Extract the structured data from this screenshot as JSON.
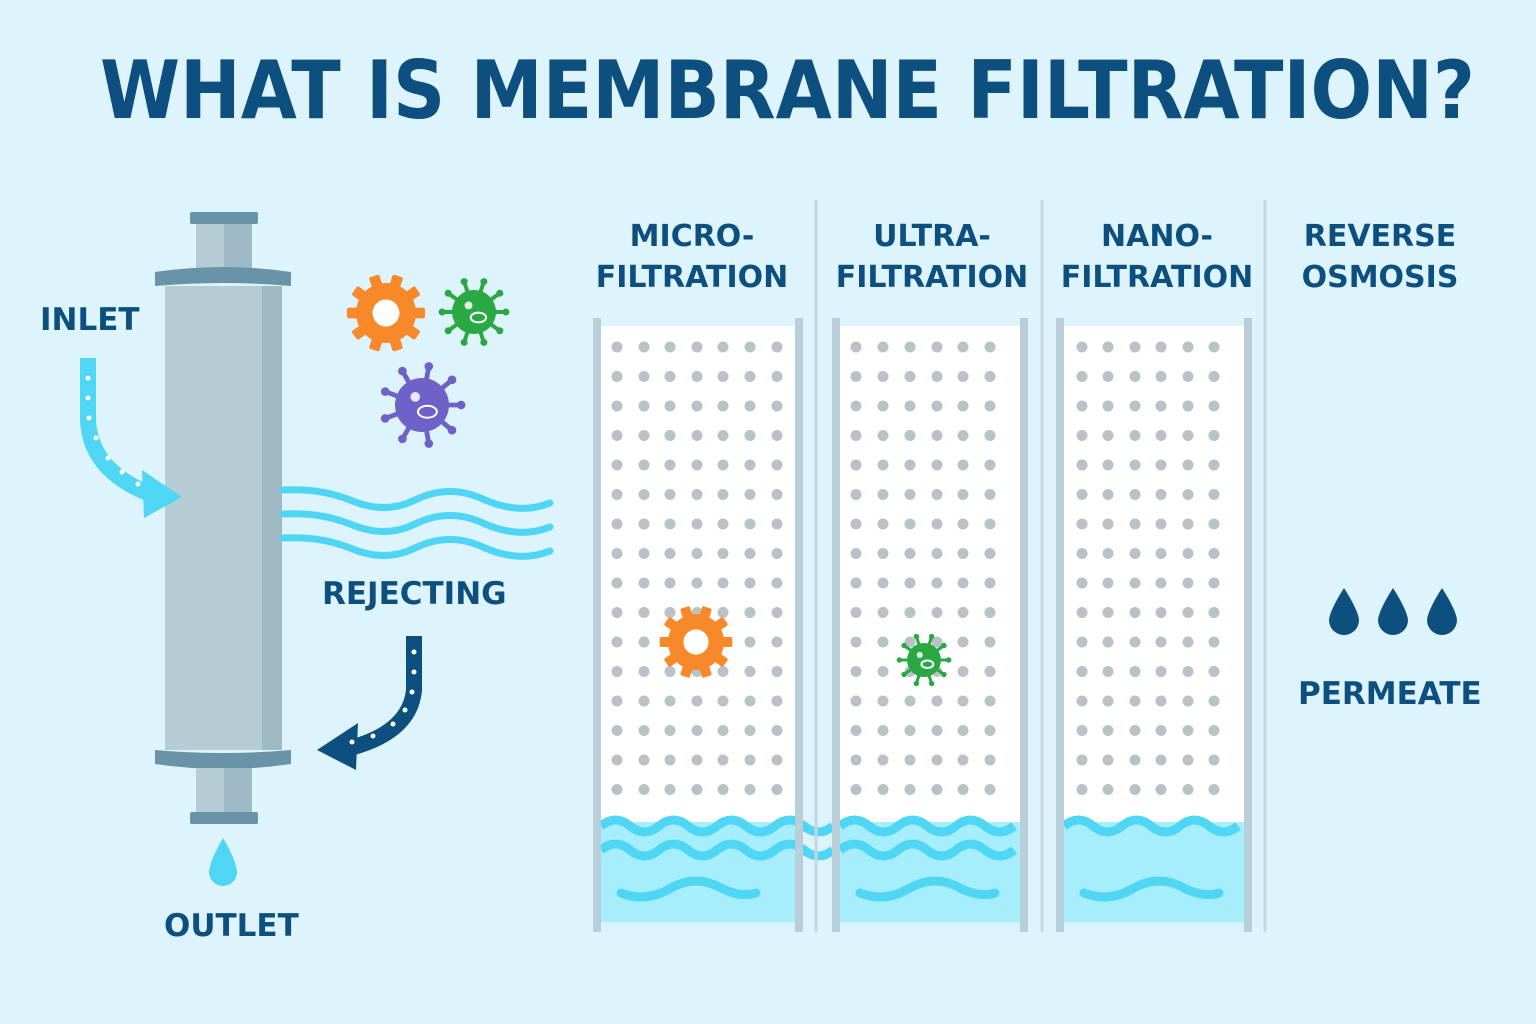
{
  "title": "WHAT IS MEMBRANE FILTRATION?",
  "module": {
    "inlet_label": "INLET",
    "rejecting_label": "REJECTING",
    "outlet_label": "OUTLET"
  },
  "columns": [
    {
      "line1": "MICRO-",
      "line2": "FILTRATION",
      "particle": "gear-particle"
    },
    {
      "line1": "ULTRA-",
      "line2": "FILTRATION",
      "particle": "bacteria-particle"
    },
    {
      "line1": "NANO-",
      "line2": "FILTRATION",
      "particle": "none"
    },
    {
      "line1": "REVERSE",
      "line2": "OSMOSIS",
      "particle": "none"
    }
  ],
  "permeate_label": "PERMEATE",
  "colors": {
    "background": "#def4fd",
    "heading": "#0d4f7f",
    "water": "#4fd6f5",
    "water_fill": "#a6eefb",
    "gear": "#f7892a",
    "bacteria": "#2aa843",
    "virus": "#6e62c8",
    "housing": "#b4cdd4",
    "pore": "#b9c2c6"
  }
}
